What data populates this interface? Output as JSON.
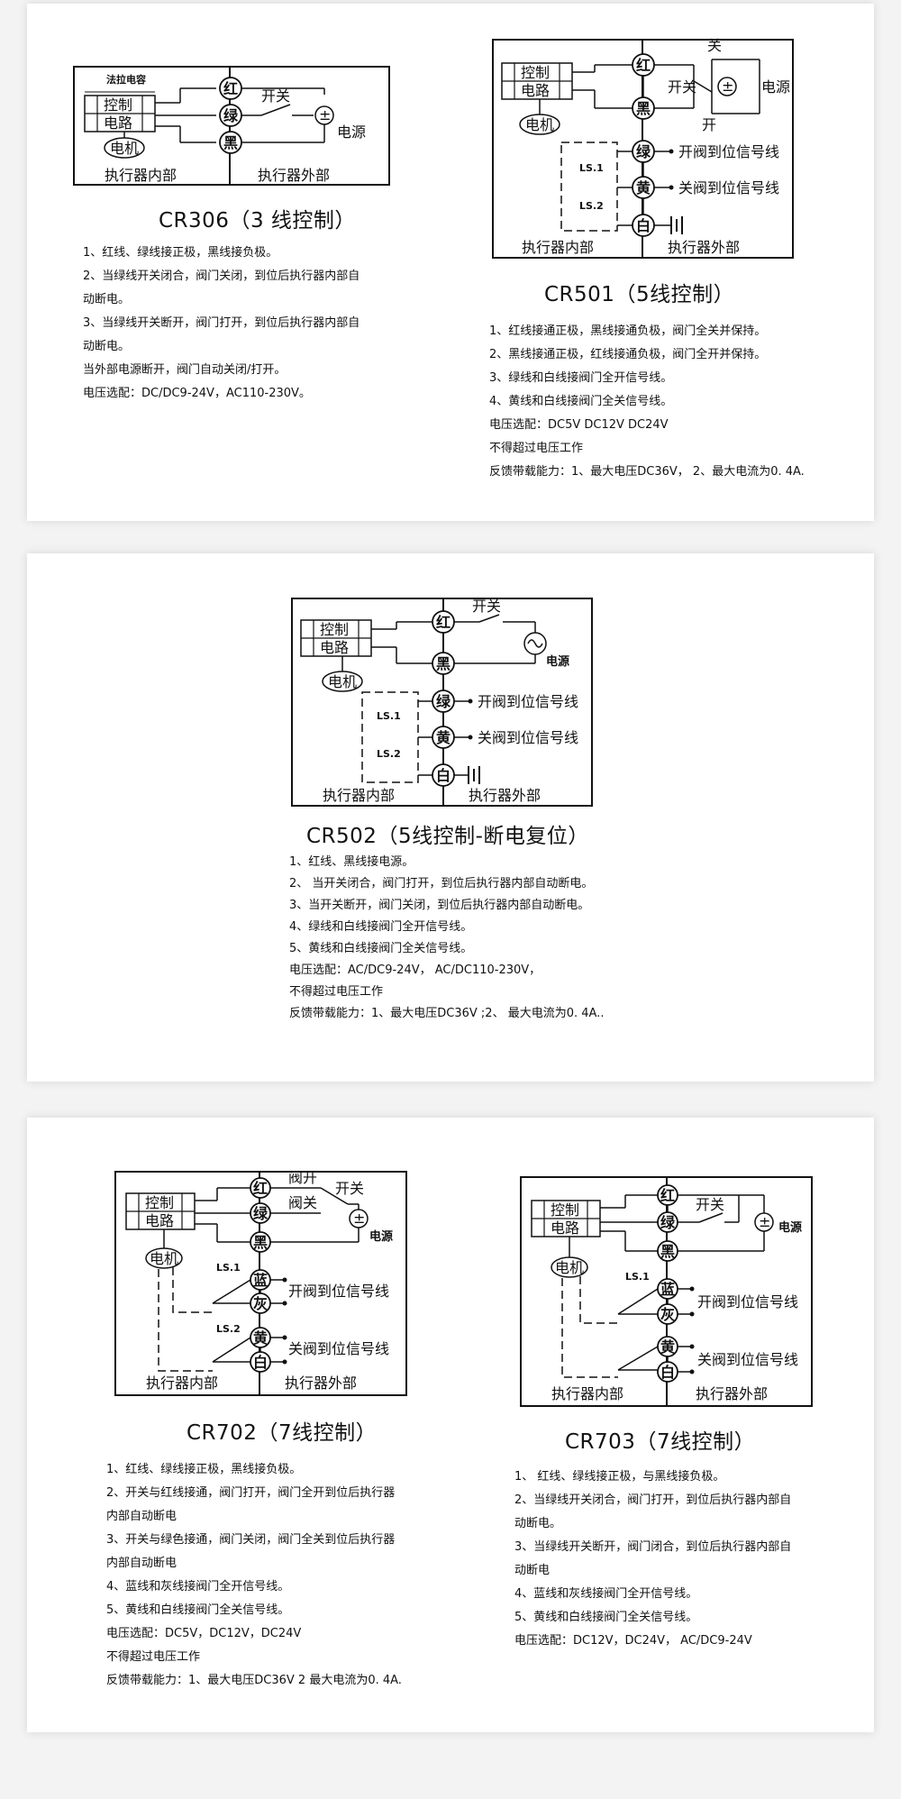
{
  "cr306": {
    "title": "CR306（3 线控制）",
    "diagram": {
      "capacitor_label": "法拉电容",
      "control_top": "控制",
      "control_bottom": "电路",
      "motor": "电机",
      "wires": [
        "红",
        "绿",
        "黑"
      ],
      "switch": "开关",
      "power": "电源",
      "inside": "执行器内部",
      "outside": "执行器外部"
    },
    "lines": [
      "1、红线、绿线接正极，黑线接负极。",
      "2、当绿线开关闭合，阀门关闭，到位后执行器内部自",
      "动断电。",
      "3、当绿线开关断开，阀门打开，到位后执行器内部自",
      "动断电。",
      "当外部电源断开，阀门自动关闭/打开。",
      "电压选配：DC/DC9-24V，AC110-230V。"
    ]
  },
  "cr501": {
    "title": "CR501（5线控制）",
    "diagram": {
      "control_top": "控制",
      "control_bottom": "电路",
      "motor": "电机",
      "wires": [
        "红",
        "黑",
        "绿",
        "黄",
        "白"
      ],
      "switch": "开关",
      "sw_off": "关",
      "sw_on": "开",
      "power": "电源",
      "ls1": "LS.1",
      "ls2": "LS.2",
      "open_signal": "开阀到位信号线",
      "close_signal": "关阀到位信号线",
      "inside": "执行器内部",
      "outside": "执行器外部"
    },
    "lines": [
      "1、红线接通正极，黑线接通负极，阀门全关并保持。",
      "2、黑线接通正极，红线接通负极，阀门全开并保持。",
      "3、绿线和白线接阀门全开信号线。",
      "4、黄线和白线接阀门全关信号线。",
      "电压选配：DC5V  DC12V  DC24V",
      "不得超过电压工作",
      "反馈带载能力：1、最大电压DC36V，  2、最大电流为0. 4A."
    ]
  },
  "cr502": {
    "title": "CR502（5线控制-断电复位）",
    "diagram": {
      "control_top": "控制",
      "control_bottom": "电路",
      "motor": "电机",
      "wires": [
        "红",
        "黑",
        "绿",
        "黄",
        "白"
      ],
      "switch": "开关",
      "power": "电源",
      "ls1": "LS.1",
      "ls2": "LS.2",
      "open_signal": "开阀到位信号线",
      "close_signal": "关阀到位信号线",
      "inside": "执行器内部",
      "outside": "执行器外部"
    },
    "lines": [
      "1、红线、黑线接电源。",
      "2、 当开关闭合，阀门打开，到位后执行器内部自动断电。",
      "3、当开关断开，阀门关闭，到位后执行器内部自动断电。",
      "4、绿线和白线接阀门全开信号线。",
      "5、黄线和白线接阀门全关信号线。",
      "电压选配：AC/DC9-24V，  AC/DC110-230V，",
      "不得超过电压工作",
      "反馈带载能力：1、最大电压DC36V ;2、 最大电流为0. 4A.."
    ]
  },
  "cr702": {
    "title": "CR702（7线控制）",
    "diagram": {
      "control_top": "控制",
      "control_bottom": "电路",
      "motor": "电机",
      "wires": [
        "红",
        "绿",
        "黑",
        "蓝",
        "灰",
        "黄",
        "白"
      ],
      "valve_open": "阀开",
      "valve_close": "阀关",
      "switch": "开关",
      "power": "电源",
      "ls1": "LS.1",
      "ls2": "LS.2",
      "open_signal": "开阀到位信号线",
      "close_signal": "关阀到位信号线",
      "inside": "执行器内部",
      "outside": "执行器外部"
    },
    "lines": [
      "1、红线、绿线接正极，黑线接负极。",
      "2、开关与红线接通，阀门打开，阀门全开到位后执行器",
      "内部自动断电",
      "3、开关与绿色接通，阀门关闭，阀门全关到位后执行器",
      "内部自动断电",
      "4、蓝线和灰线接阀门全开信号线。",
      "5、黄线和白线接阀门全关信号线。",
      "电压选配：DC5V，DC12V，DC24V",
      "不得超过电压工作",
      "反馈带载能力：1、最大电压DC36V  2 最大电流为0. 4A."
    ]
  },
  "cr703": {
    "title": "CR703（7线控制）",
    "diagram": {
      "control_top": "控制",
      "control_bottom": "电路",
      "motor": "电机",
      "wires": [
        "红",
        "绿",
        "黑",
        "蓝",
        "灰",
        "黄",
        "白"
      ],
      "switch": "开关",
      "power": "电源",
      "ls1": "LS.1",
      "open_signal": "开阀到位信号线",
      "close_signal": "关阀到位信号线",
      "inside": "执行器内部",
      "outside": "执行器外部"
    },
    "lines": [
      "1、 红线、绿线接正极，与黑线接负极。",
      "2、当绿线开关闭合，阀门打开，到位后执行器内部自",
      "动断电。",
      "3、当绿线开关断开，阀门闭合，到位后执行器内部自",
      "动断电",
      "4、蓝线和灰线接阀门全开信号线。",
      "5、黄线和白线接阀门全关信号线。",
      "电压选配：DC12V，DC24V，  AC/DC9-24V"
    ]
  }
}
